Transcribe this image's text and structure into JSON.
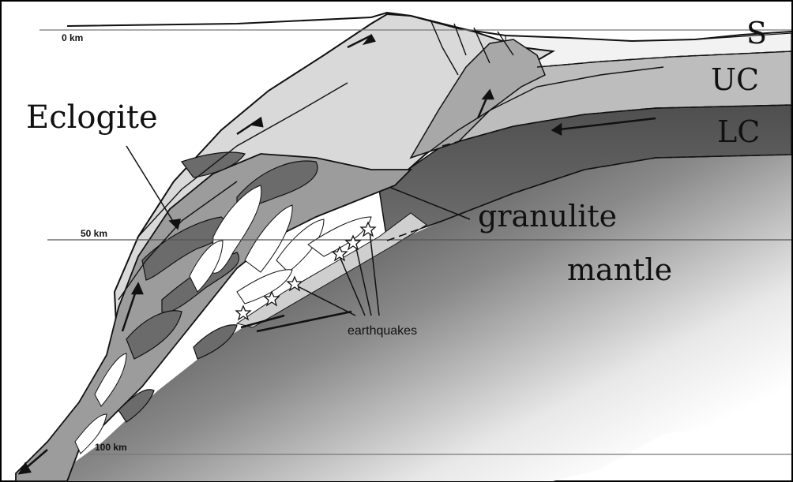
{
  "depth_labels": {
    "surface": "0  km",
    "mid": "50  km",
    "deep": "100  km"
  },
  "layer_labels": {
    "sediments": "S",
    "upper_crust": "UC",
    "lower_crust": "LC",
    "mantle": "mantle"
  },
  "rock_labels": {
    "eclogite": "Eclogite",
    "granulite": "granulite"
  },
  "feature_labels": {
    "earthquakes": "earthquakes"
  },
  "colors": {
    "sediment": "#f0f0f0",
    "upper_crust": "#bdbdbd",
    "lower_crust": "#595959",
    "slab_light": "#d6d6d6",
    "slab_mid": "#9a9a9a",
    "slab_dark": "#6a6a6a",
    "mantle_top": "#4a4a4a",
    "line": "#111111"
  },
  "earthquake_count": 6
}
